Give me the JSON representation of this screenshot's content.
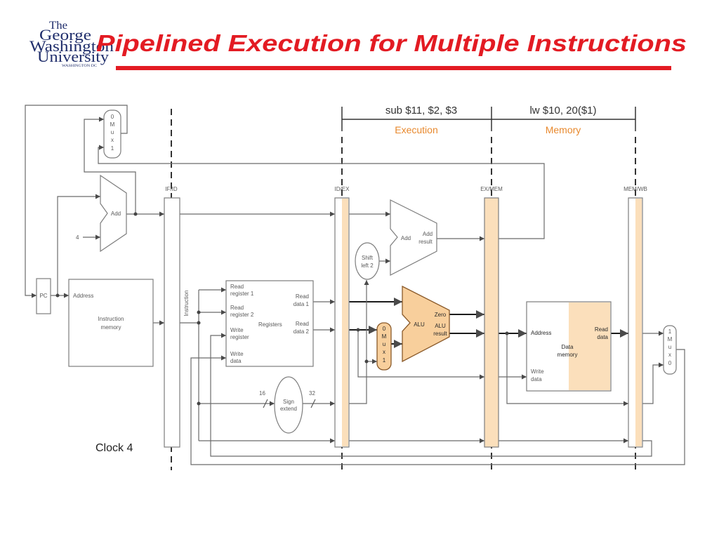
{
  "slide": {
    "title": "Pipelined Execution for Multiple Instructions",
    "logo": {
      "line1": "The",
      "line2": "George",
      "line3": "Washington",
      "line4": "University",
      "line5": "WASHINGTON DC"
    },
    "colors": {
      "title": "#e31b23",
      "stage_label": "#e8892e",
      "highlight": "#fbdfbb",
      "alu_fill": "#f8cf9c"
    }
  },
  "diagram": {
    "instructions": {
      "ex_instruction": "sub $11, $2, $3",
      "mem_instruction": "lw $10, 20($1)",
      "ex_stage": "Execution",
      "mem_stage": "Memory"
    },
    "pipeline_registers": [
      "IF/ID",
      "ID/EX",
      "EX/MEM",
      "MEM/WB"
    ],
    "clock": "Clock 4",
    "pc": "PC",
    "constant_four": "4",
    "pc_mux": [
      "0",
      "M",
      "u",
      "x",
      "1"
    ],
    "pc_adder": "Add",
    "instruction_memory": {
      "address": "Address",
      "name": [
        "Instruction",
        "memory"
      ]
    },
    "instruction_label": "Instruction",
    "registers": {
      "read_register_1": [
        "Read",
        "register 1"
      ],
      "read_register_2": [
        "Read",
        "register 2"
      ],
      "write_register": [
        "Write",
        "register"
      ],
      "write_data": [
        "Write",
        "data"
      ],
      "name": "Registers",
      "read_data_1": [
        "Read",
        "data 1"
      ],
      "read_data_2": [
        "Read",
        "data 2"
      ]
    },
    "sign_extend": {
      "name": [
        "Sign",
        "extend"
      ],
      "in_width": "16",
      "out_width": "32"
    },
    "shift_left": [
      "Shift",
      "left 2"
    ],
    "branch_adder": {
      "name": "Add",
      "result": [
        "Add",
        "result"
      ]
    },
    "alu_mux": [
      "0",
      "M",
      "u",
      "x",
      "1"
    ],
    "alu": {
      "name": "ALU",
      "zero": "Zero",
      "result": [
        "ALU",
        "result"
      ]
    },
    "data_memory": {
      "address": "Address",
      "read_data": [
        "Read",
        "data"
      ],
      "name": [
        "Data",
        "memory"
      ],
      "write_data": [
        "Write",
        "data"
      ]
    },
    "wb_mux": [
      "1",
      "M",
      "u",
      "x",
      "0"
    ]
  }
}
